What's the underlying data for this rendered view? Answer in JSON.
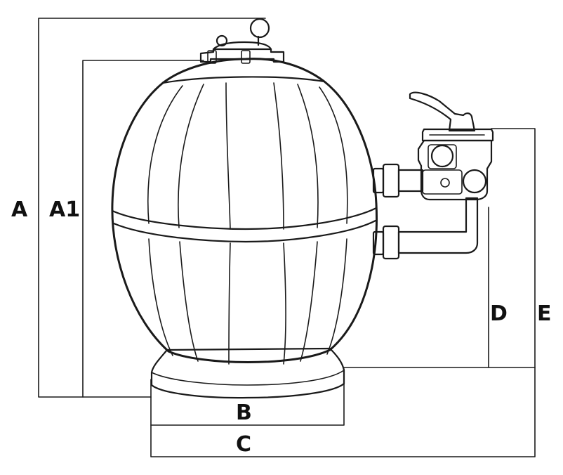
{
  "dimension_labels": {
    "A": "A",
    "A1": "A1",
    "B": "B",
    "C": "C",
    "D": "D",
    "E": "E"
  },
  "colors": {
    "ink": "#1a1a1a",
    "background": "#ffffff"
  }
}
